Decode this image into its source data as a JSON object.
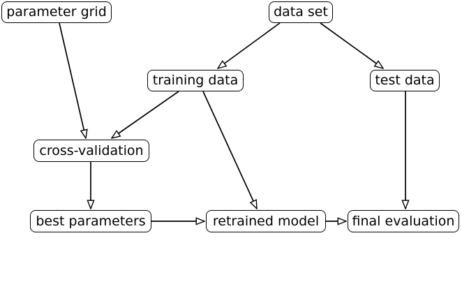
{
  "diagram": {
    "background_color": "#ffffff",
    "node_fill_color": "#ffffff",
    "node_border_color": "#000000",
    "text_color": "#000000",
    "arrow_color": "#000000",
    "arrowhead_style": "open-triangle",
    "nodes": [
      {
        "id": "parameter-grid",
        "label": "parameter grid"
      },
      {
        "id": "data-set",
        "label": "data set"
      },
      {
        "id": "training-data",
        "label": "training data"
      },
      {
        "id": "test-data",
        "label": "test data"
      },
      {
        "id": "cross-validation",
        "label": "cross-validation"
      },
      {
        "id": "best-parameters",
        "label": "best parameters"
      },
      {
        "id": "retrained-model",
        "label": "retrained model"
      },
      {
        "id": "final-evaluation",
        "label": "final evaluation"
      }
    ],
    "edges": [
      {
        "from": "parameter grid",
        "to": "cross-validation"
      },
      {
        "from": "data set",
        "to": "training data"
      },
      {
        "from": "data set",
        "to": "test data"
      },
      {
        "from": "training data",
        "to": "cross-validation"
      },
      {
        "from": "training data",
        "to": "retrained model"
      },
      {
        "from": "cross-validation",
        "to": "best parameters"
      },
      {
        "from": "best parameters",
        "to": "retrained model"
      },
      {
        "from": "retrained model",
        "to": "final evaluation"
      },
      {
        "from": "test data",
        "to": "final evaluation"
      }
    ]
  }
}
